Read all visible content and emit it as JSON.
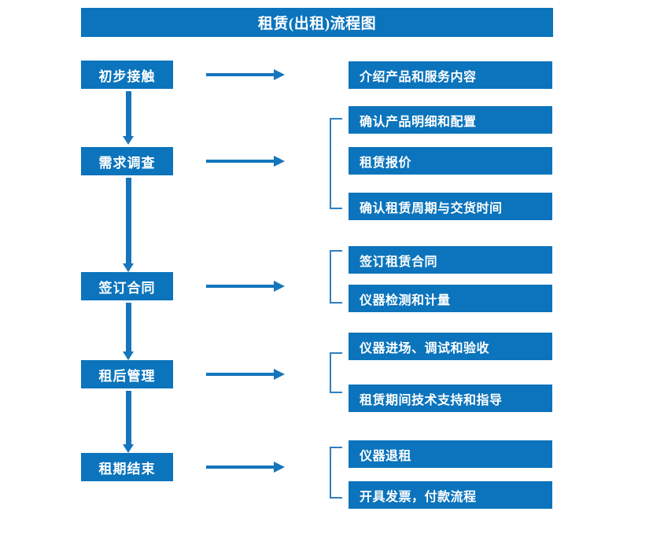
{
  "title": "租赁(出租)流程图",
  "colors": {
    "box_blue": "#0b74bc",
    "arrow_blue": "#1575bd",
    "bracket_blue": "#2f7fc0",
    "text_white": "#ffffff",
    "background": "#ffffff"
  },
  "stages": [
    {
      "label": "初步接触"
    },
    {
      "label": "需求调查"
    },
    {
      "label": "签订合同"
    },
    {
      "label": "租后管理"
    },
    {
      "label": "租期结束"
    }
  ],
  "details": [
    {
      "label": "介绍产品和服务内容"
    },
    {
      "label": "确认产品明细和配置"
    },
    {
      "label": "租赁报价"
    },
    {
      "label": "确认租赁周期与交货时间"
    },
    {
      "label": "签订租赁合同"
    },
    {
      "label": "仪器检测和计量"
    },
    {
      "label": "仪器进场、调试和验收"
    },
    {
      "label": "租赁期间技术支持和指导"
    },
    {
      "label": "仪器退租"
    },
    {
      "label": "开具发票，付款流程"
    }
  ],
  "flow": {
    "stage_to_detail_arrow": "right-arrow",
    "stage_to_stage_arrow": "down-arrow",
    "group_bracket": "left-square-bracket"
  }
}
